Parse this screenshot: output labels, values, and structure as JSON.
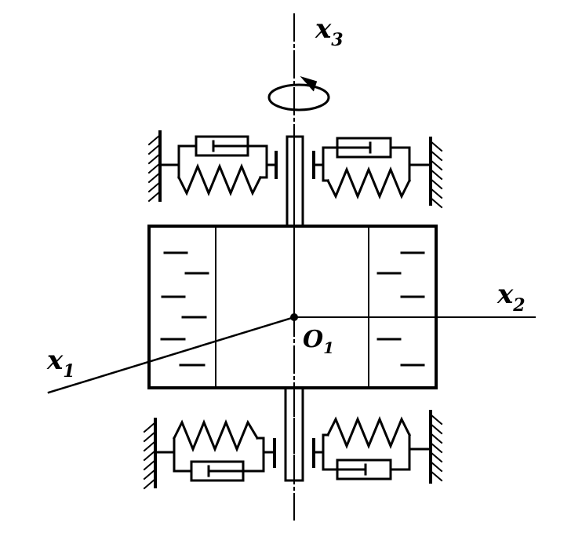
{
  "axes": {
    "x1": {
      "symbol": "x",
      "index": "1"
    },
    "x2": {
      "symbol": "x",
      "index": "2"
    },
    "x3": {
      "symbol": "x",
      "index": "3"
    }
  },
  "origin": {
    "symbol": "O",
    "index": "1"
  },
  "colors": {
    "ink": "#000000",
    "background": "#ffffff"
  },
  "icons": {
    "rotation": "rotation-arrow-icon"
  }
}
